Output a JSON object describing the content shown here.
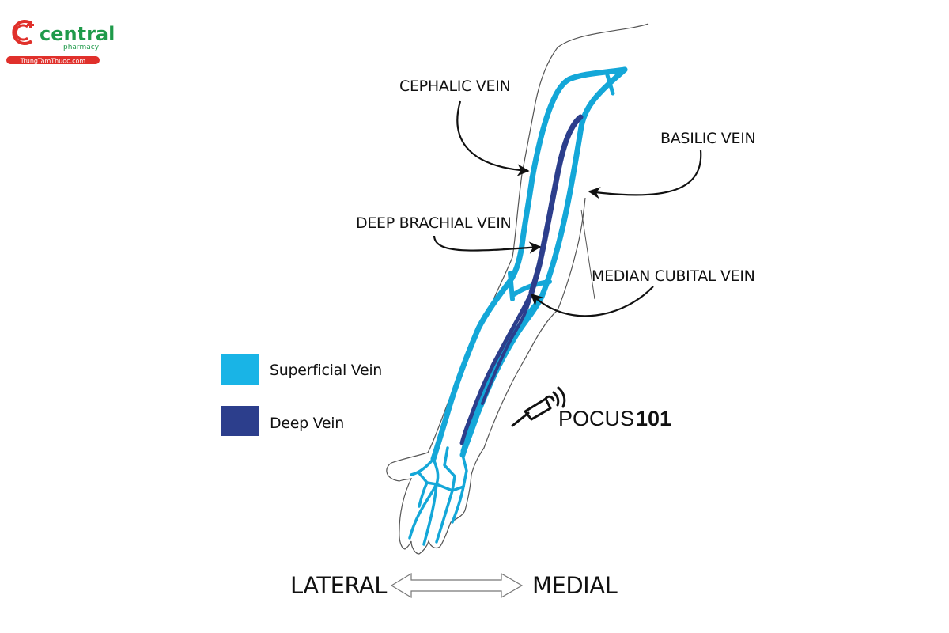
{
  "logo": {
    "brand": "central",
    "tagline": "pharmacy",
    "site": "TrungTamThuoc.com",
    "brand_color": "#1f9a4a",
    "accent_color": "#e0302b"
  },
  "labels": {
    "cephalic": "CEPHALIC VEIN",
    "basilic": "BASILIC VEIN",
    "deep_brachial": "DEEP BRACHIAL VEIN",
    "median_cubital": "MEDIAN CUBITAL VEIN"
  },
  "legend": {
    "items": [
      {
        "label": "Superficial Vein",
        "color": "#19b4e6"
      },
      {
        "label": "Deep Vein",
        "color": "#2c3e8c"
      }
    ]
  },
  "badge": {
    "name": "POCUS",
    "number": "101",
    "icon": "ultrasound-probe-icon"
  },
  "orientation": {
    "left": "LATERAL",
    "right": "MEDIAL"
  }
}
